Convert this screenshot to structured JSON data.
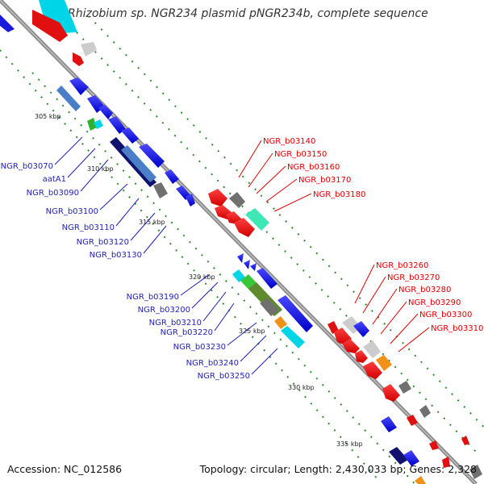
{
  "title": "Rhizobium sp. NGR234 plasmid pNGR234b, complete sequence",
  "footer": {
    "accession": "Accession: NC_012586",
    "topology": "Topology: circular; Length: 2,430,033 bp; Genes: 2,328"
  },
  "ticks": [
    "305 kbp",
    "310 kbp",
    "315 kbp",
    "320 kbp",
    "325 kbp",
    "330 kbp",
    "335 kbp"
  ],
  "labels_left": [
    "NGR_b03070",
    "aatA1",
    "NGR_b03090",
    "NGR_b03100",
    "NGR_b03110",
    "NGR_b03120",
    "NGR_b03130",
    "NGR_b03190",
    "NGR_b03200",
    "NGR_b03210",
    "NGR_b03220",
    "NGR_b03230",
    "NGR_b03240",
    "NGR_b03250"
  ],
  "labels_right": [
    "NGR_b03140",
    "NGR_b03150",
    "NGR_b03160",
    "NGR_b03170",
    "NGR_b03180",
    "NGR_b03260",
    "NGR_b03270",
    "NGR_b03280",
    "NGR_b03290",
    "NGR_b03300",
    "NGR_b03310"
  ],
  "colors": {
    "backbone": "#8c8c8c",
    "track_dots": "#2e8b2e",
    "forward_gene": "#1a1adb",
    "reverse_gene": "#e01010",
    "label_blue": "#1f1fb4",
    "label_red": "#e00000"
  }
}
